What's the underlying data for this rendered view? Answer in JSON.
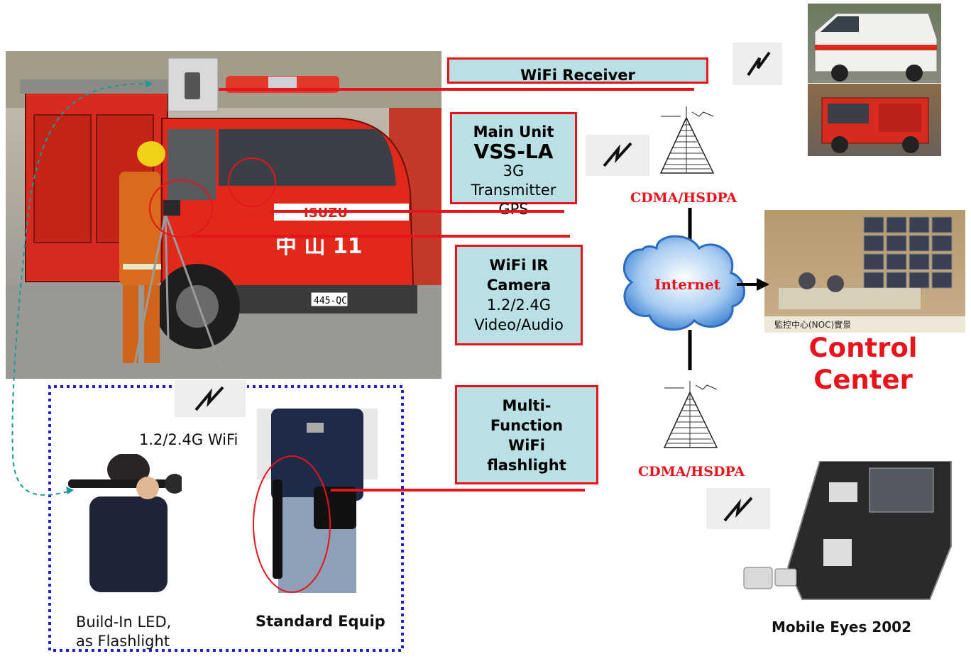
{
  "labels": {
    "wifi_receiver": "WiFi Receiver",
    "main_unit": {
      "line1": "Main Unit",
      "line2": "VSS-LA",
      "line3": "3G",
      "line4": "Transmitter",
      "line5": "GPS"
    },
    "wifi_ir_camera": {
      "line1": "WiFi IR",
      "line2": "Camera",
      "line3": "1.2/2.4G",
      "line4": "Video/Audio"
    },
    "flashlight": {
      "line1": "Multi-",
      "line2": "Function",
      "line3": "WiFi",
      "line4": "flashlight"
    },
    "cdma_top": "CDMA/HSDPA",
    "cdma_bottom": "CDMA/HSDPA",
    "internet": "Internet",
    "control_center_1": "Control",
    "control_center_2": "Center",
    "wifi_band": "1.2/2.4G WiFi",
    "build_in_led_1": "Build-In LED,",
    "build_in_led_2": "as Flashlight",
    "standard_equip": "Standard Equip",
    "mobile_eyes": "Mobile Eyes 2002",
    "truck_plate": "445-QC",
    "truck_brand": "ISUZU",
    "truck_chinese": "中 山 11",
    "noc_caption": "監控中心(NOC)實景"
  },
  "colors": {
    "accent_red": "#e8141c",
    "box_fill": "#b9e0e4",
    "dotted_blue": "#1f1fd6",
    "arrow_teal": "#1a9a9a",
    "cloud_blue": "#3a7fd0"
  },
  "icons": [
    "wireless-signal-icon",
    "antenna-tower-icon",
    "cloud-icon",
    "arrow-right-icon"
  ]
}
